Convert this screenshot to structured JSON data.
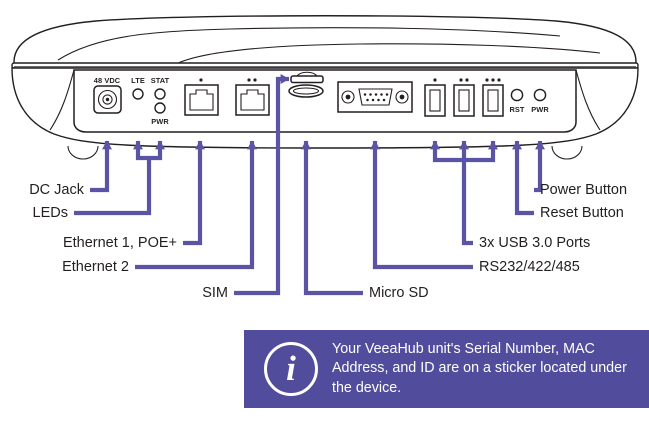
{
  "diagram": {
    "title": "VeeaHub rear panel port identification diagram",
    "accent_color": "#5b54a4",
    "info_box_color": "#514c9b",
    "outline_color": "#231f20",
    "device": {
      "silkscreen": [
        {
          "id": "dc-jack",
          "text": "48 VDC"
        },
        {
          "id": "lte-led",
          "text": "LTE"
        },
        {
          "id": "stat-led",
          "text": "STAT"
        },
        {
          "id": "pwr-led",
          "text": "PWR"
        },
        {
          "id": "reset-button",
          "text": "RST"
        },
        {
          "id": "power-button",
          "text": "PWR"
        }
      ],
      "port_markers": {
        "ethernet_1": "•",
        "ethernet_2": "••",
        "usb_1": "•",
        "usb_2": "••",
        "usb_3": "•••"
      }
    },
    "callouts": [
      {
        "id": "dc-jack",
        "label": "DC Jack"
      },
      {
        "id": "leds",
        "label": "LEDs"
      },
      {
        "id": "ethernet-1",
        "label": "Ethernet 1, POE+"
      },
      {
        "id": "ethernet-2",
        "label": "Ethernet 2"
      },
      {
        "id": "sim",
        "label": "SIM"
      },
      {
        "id": "micro-sd",
        "label": "Micro SD"
      },
      {
        "id": "rs232",
        "label": "RS232/422/485"
      },
      {
        "id": "usb",
        "label": "3x USB 3.0 Ports"
      },
      {
        "id": "reset",
        "label": "Reset Button"
      },
      {
        "id": "power",
        "label": "Power Button"
      }
    ]
  },
  "info_box": {
    "icon": "info-icon",
    "icon_glyph": "i",
    "text": "Your VeeaHub unit's Serial Number, MAC Address, and ID are on a sticker located under the device."
  }
}
